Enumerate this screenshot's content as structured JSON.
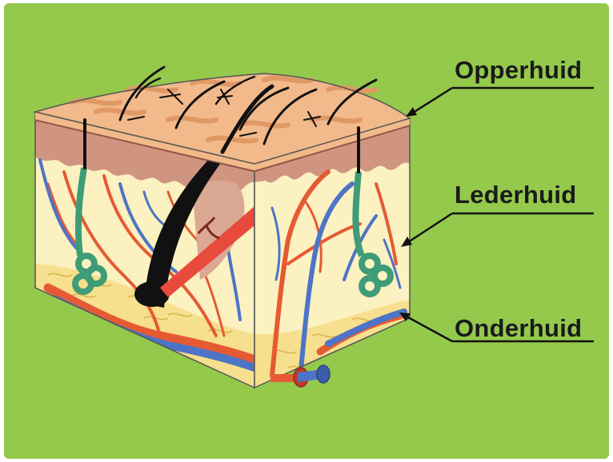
{
  "labels": {
    "epidermis": "Opperhuid",
    "dermis": "Lederhuid",
    "hypodermis": "Onderhuid"
  },
  "colors": {
    "background": "#94c94c",
    "epidermis": "#f2b98a",
    "dermis_band": "#cf9580",
    "dermis_fill": "#fcf1c0",
    "fat_layer": "#f6df8e",
    "artery": "#e65a33",
    "vein": "#4d74c6",
    "sweat_gland": "#3f9c78",
    "hair": "#111111"
  },
  "icons": [
    "skin-block-illustration",
    "hair-follicle-icon",
    "sweat-gland-icon",
    "blood-vessel-icon",
    "arrow-icon"
  ]
}
